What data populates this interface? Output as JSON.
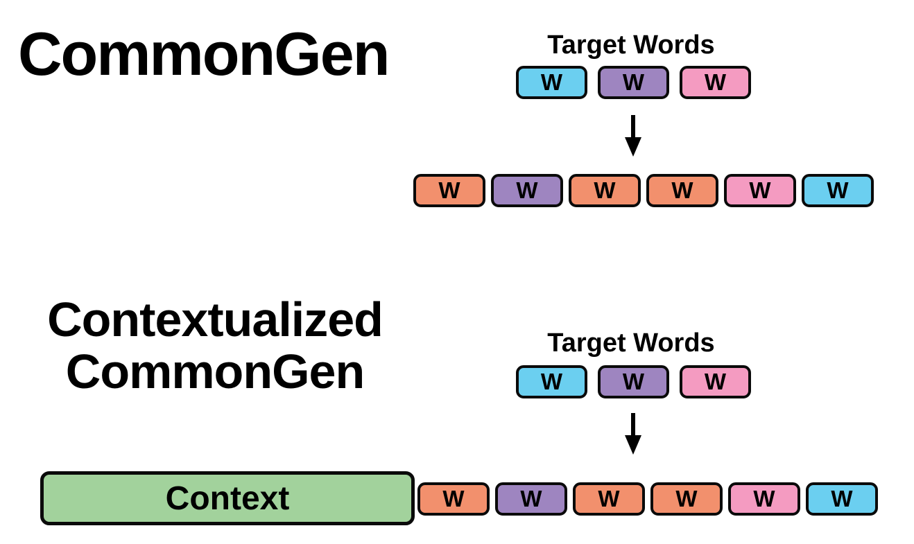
{
  "figure": {
    "background": "#ffffff",
    "text_color": "#000000",
    "outline_color": "#0a0a0a",
    "palette": {
      "blue": "#6bcff0",
      "purple": "#9e85c0",
      "pink": "#f49bc1",
      "orange": "#f2906d",
      "green": "#a2d29c"
    },
    "sections": [
      {
        "title": "CommonGen",
        "target_label": "Target Words",
        "arrow_icon": "down-arrow",
        "target_words": [
          {
            "label": "W",
            "color": "blue"
          },
          {
            "label": "W",
            "color": "purple"
          },
          {
            "label": "W",
            "color": "pink"
          }
        ],
        "output_words": [
          {
            "label": "W",
            "color": "orange"
          },
          {
            "label": "W",
            "color": "purple"
          },
          {
            "label": "W",
            "color": "orange"
          },
          {
            "label": "W",
            "color": "orange"
          },
          {
            "label": "W",
            "color": "pink"
          },
          {
            "label": "W",
            "color": "blue"
          }
        ]
      },
      {
        "title": "Contextualized CommonGen",
        "title_lines": [
          "Contextualized",
          "CommonGen"
        ],
        "target_label": "Target Words",
        "arrow_icon": "down-arrow",
        "context": {
          "label": "Context",
          "color": "green"
        },
        "target_words": [
          {
            "label": "W",
            "color": "blue"
          },
          {
            "label": "W",
            "color": "purple"
          },
          {
            "label": "W",
            "color": "pink"
          }
        ],
        "output_words": [
          {
            "label": "W",
            "color": "orange"
          },
          {
            "label": "W",
            "color": "purple"
          },
          {
            "label": "W",
            "color": "orange"
          },
          {
            "label": "W",
            "color": "orange"
          },
          {
            "label": "W",
            "color": "pink"
          },
          {
            "label": "W",
            "color": "blue"
          }
        ]
      }
    ]
  }
}
